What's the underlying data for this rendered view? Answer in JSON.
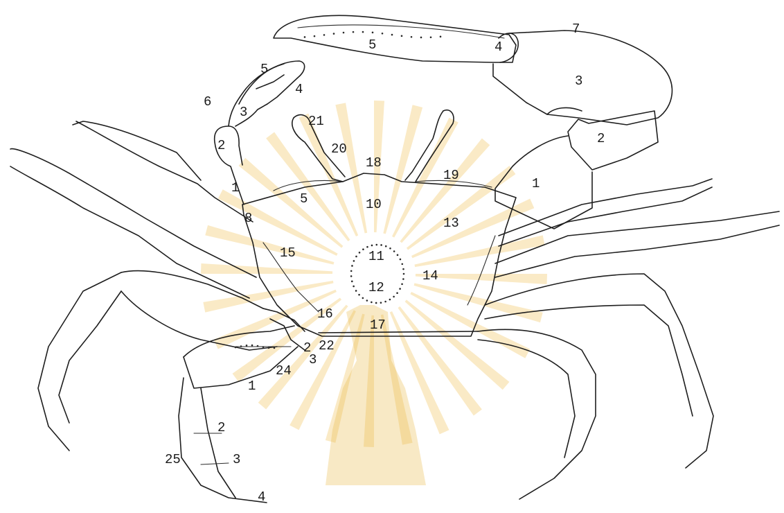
{
  "labels": {
    "cheliped_large": {
      "l1": "1",
      "l2": "2",
      "l3": "3",
      "l4": "4",
      "l5": "5",
      "l7": "7"
    },
    "cheliped_small": {
      "l1": "1",
      "l2": "2",
      "l3": "3",
      "l4": "4",
      "l5": "5",
      "l6": "6"
    },
    "carapace": {
      "l5": "5",
      "l8": "8",
      "l10": "10",
      "l11": "11",
      "l12": "12",
      "l13": "13",
      "l14": "14",
      "l15": "15",
      "l16": "16",
      "l17": "17",
      "l18": "18",
      "l19": "19"
    },
    "eyestalk": {
      "l20": "20",
      "l21": "21"
    },
    "mouthparts": {
      "l22": "22",
      "l24": "24",
      "l2": "2",
      "l3": "3"
    },
    "walking_leg": {
      "l1": "1",
      "l2": "2",
      "l3": "3",
      "l4": "4",
      "l25": "25"
    }
  },
  "colors": {
    "line": "#1e1e1e",
    "watermark": "#f2c96a"
  }
}
